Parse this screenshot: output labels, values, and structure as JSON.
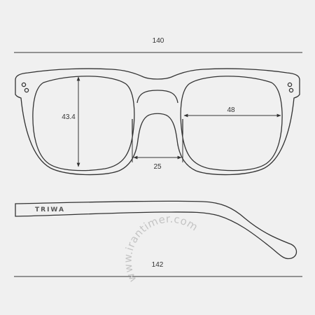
{
  "dimensions": {
    "frame_width": "140",
    "lens_height": "43.4",
    "lens_width": "48",
    "bridge_width": "25",
    "temple_length": "142"
  },
  "brand": "TRIWA",
  "watermark": "www.irantimer.com",
  "colors": {
    "background": "#f0f0f0",
    "line": "#333333",
    "watermark": "#c4c4c4"
  }
}
